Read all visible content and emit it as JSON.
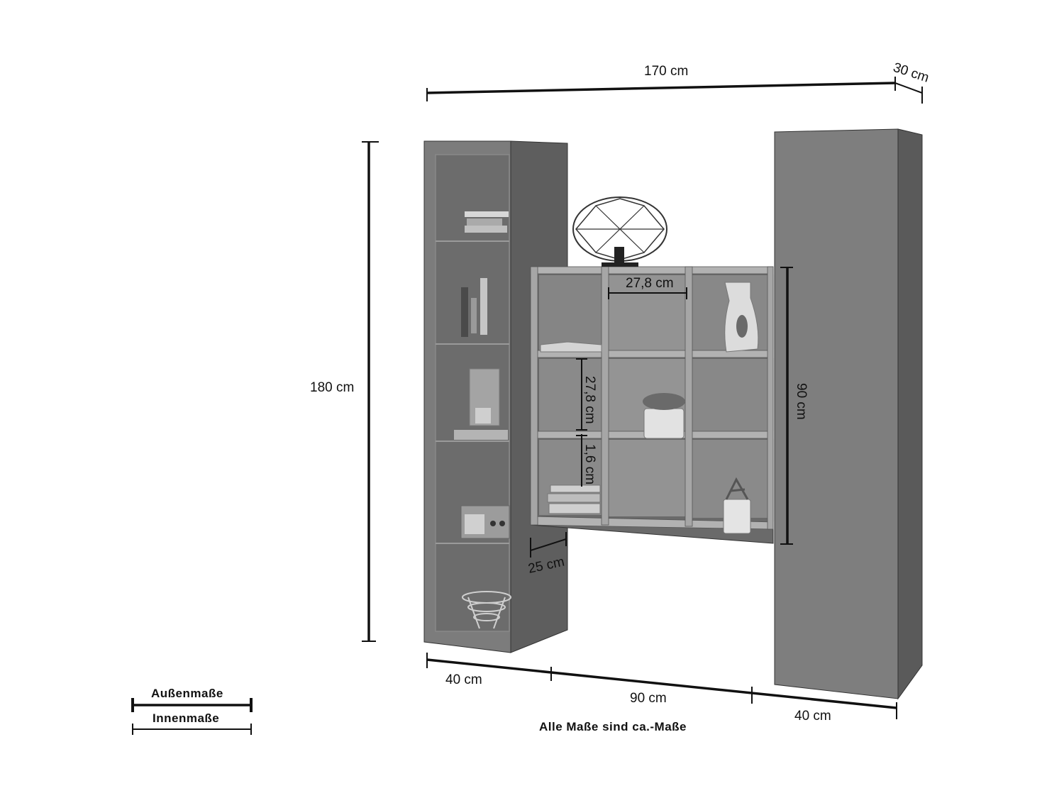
{
  "dimensions": {
    "total_width": "170 cm",
    "depth_top": "30 cm",
    "height": "180 cm",
    "compartment_width": "27,8 cm",
    "compartment_height": "27,8 cm",
    "shelf_thickness": "1,6 cm",
    "shelf_unit_height": "90 cm",
    "shelf_depth": "25 cm",
    "left_cabinet_width": "40 cm",
    "shelf_unit_width": "90 cm",
    "right_cabinet_width": "40 cm"
  },
  "legend": {
    "outer_label": "Außenmaße",
    "inner_label": "Innenmaße"
  },
  "note": "Alle Maße sind ca.-Maße",
  "colors": {
    "cabinet_front": "#7a7a7a",
    "cabinet_side": "#5c5c5c",
    "shelf_wood": "#8e8e8e",
    "shelf_edge": "#b0b0b0",
    "line": "#111111"
  }
}
